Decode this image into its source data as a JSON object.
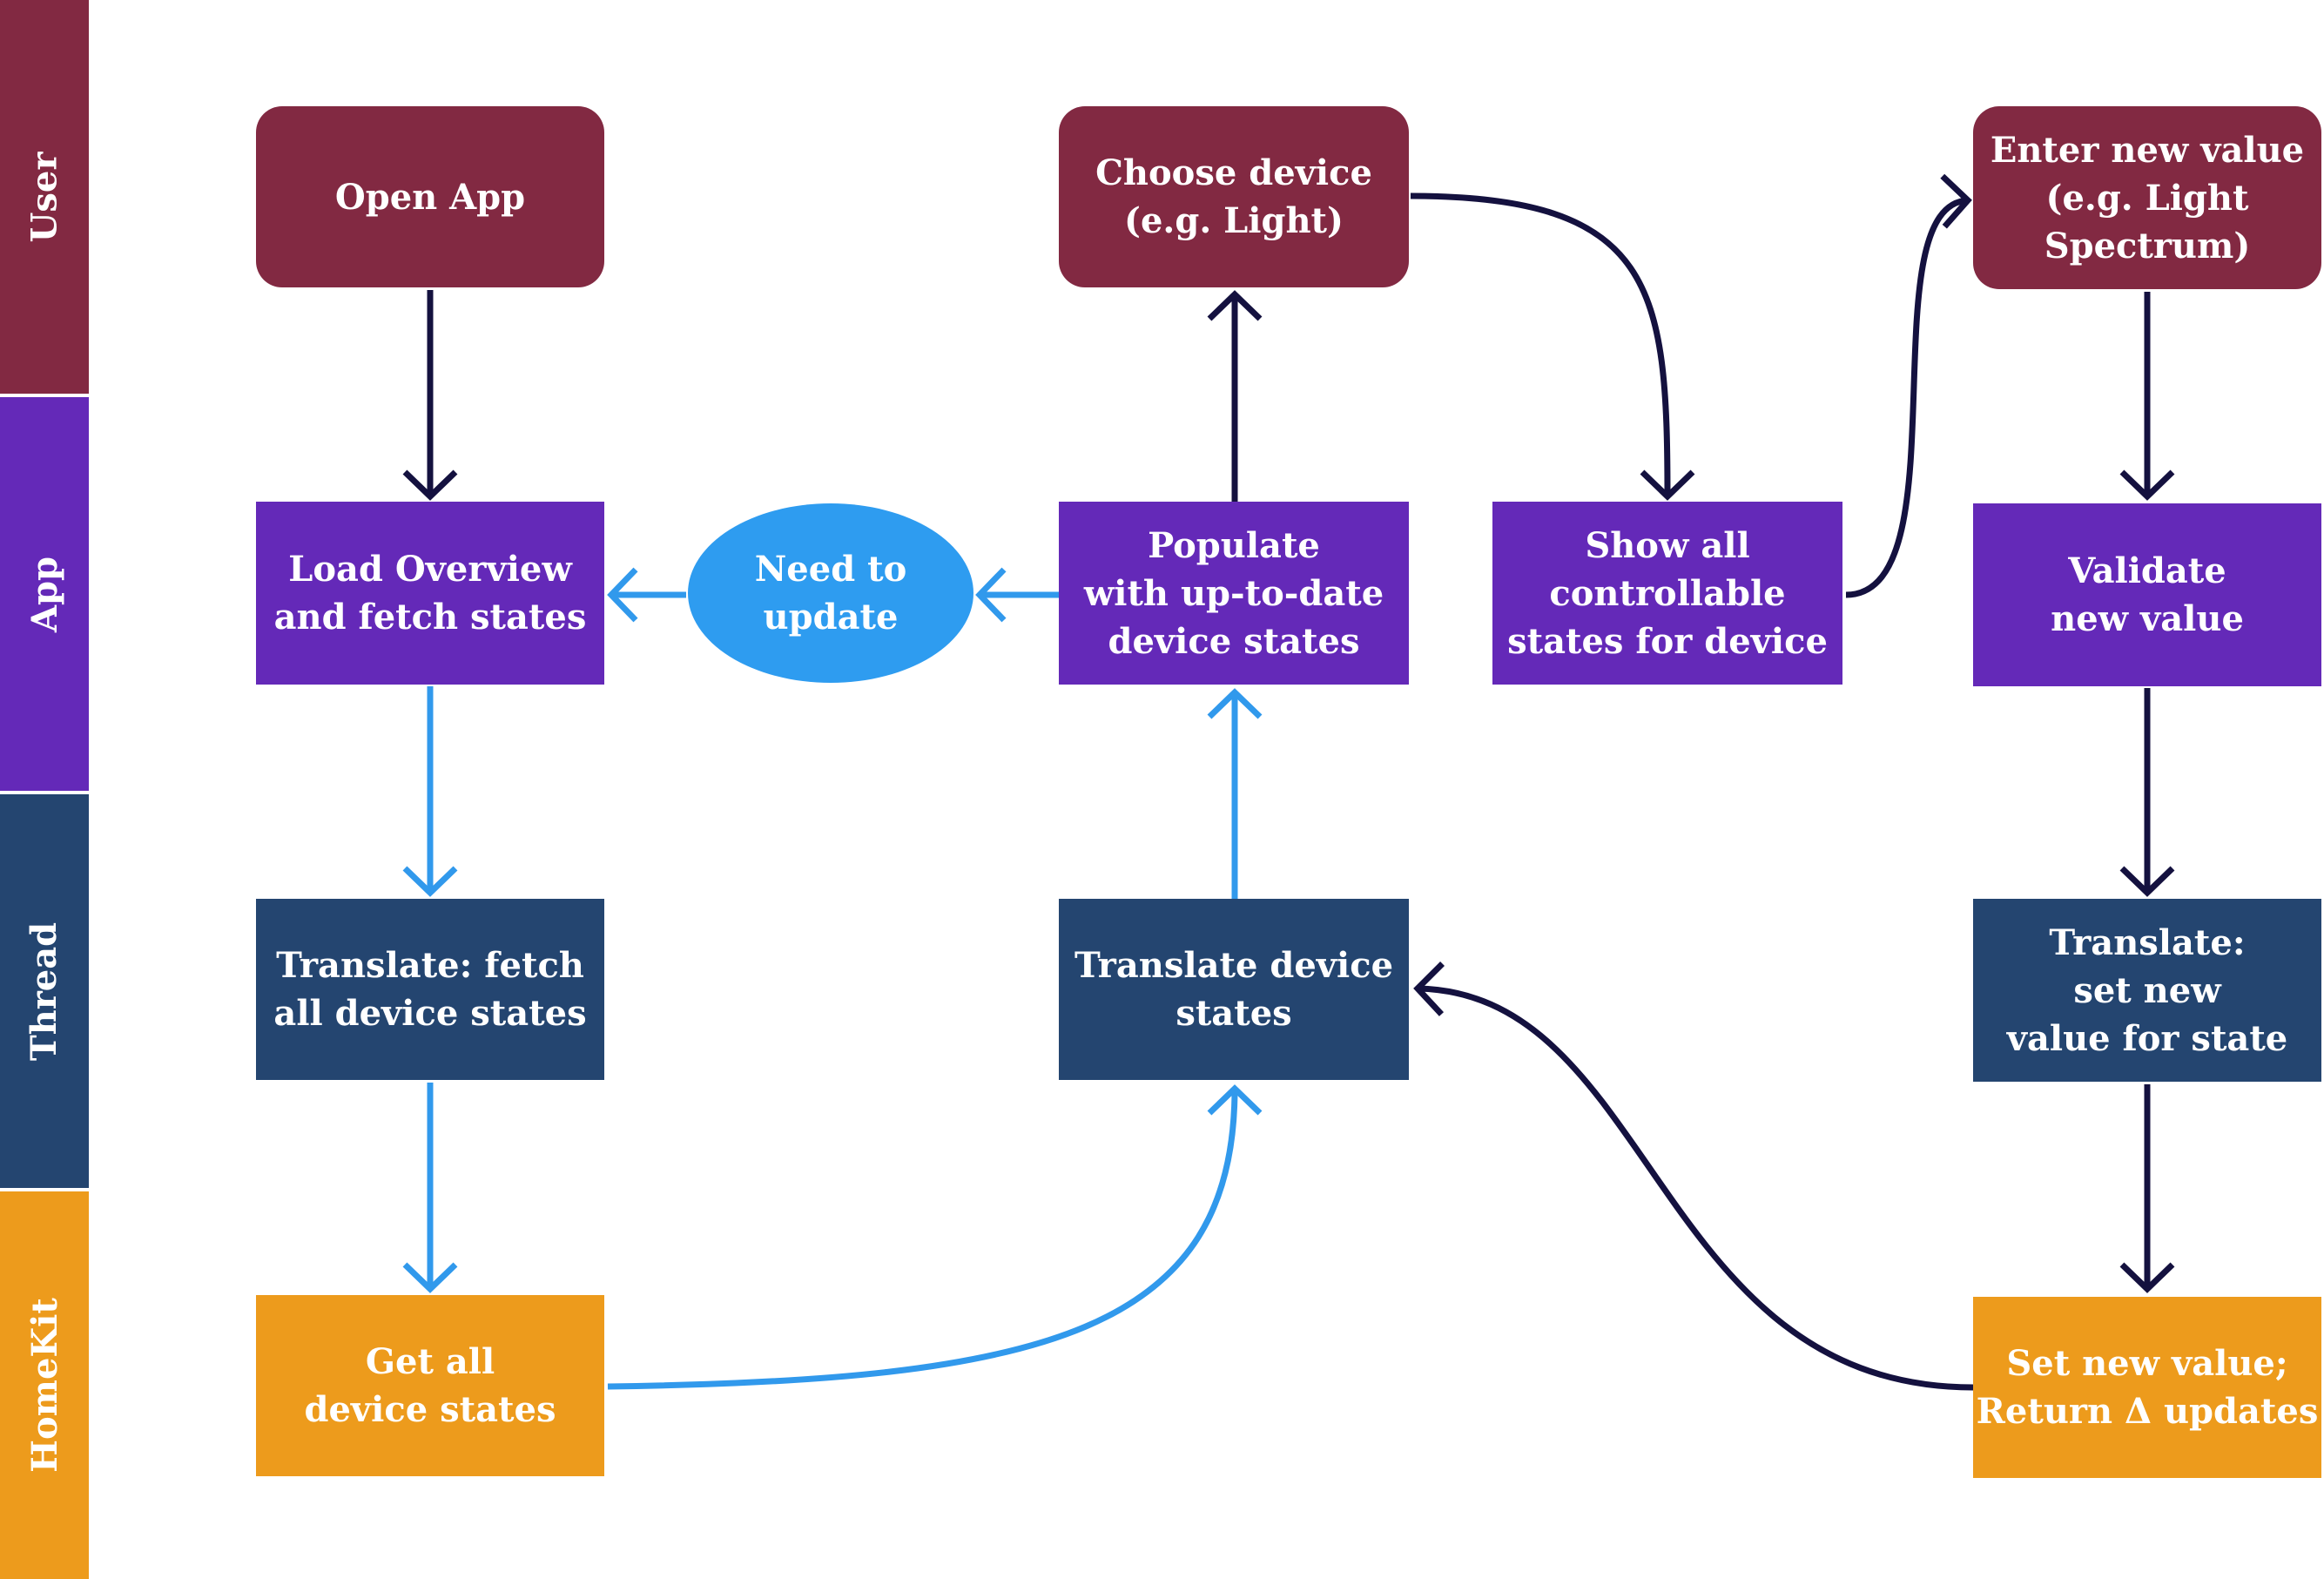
{
  "lanes": {
    "user": "User",
    "app": "App",
    "thread": "Thread",
    "homekit": "HomeKit"
  },
  "nodes": {
    "open_app": "Open App",
    "choose_device": "Choose device\n(e.g. Light)",
    "enter_value": "Enter new value\n(e.g. Light\nSpectrum)",
    "load_overview": "Load Overview\nand fetch states",
    "need_update": "Need to\nupdate",
    "populate": "Populate\nwith up-to-date\ndevice states",
    "show_states": "Show all\ncontrollable\nstates for device",
    "validate": "Validate\nnew value",
    "translate_fetch": "Translate: fetch\nall device states",
    "translate_device": "Translate device\nstates",
    "translate_set": "Translate:\nset new\nvalue for state",
    "get_all": "Get all\ndevice states",
    "set_value": "Set new value;\nReturn Δ updates"
  },
  "colors": {
    "user": "#822942",
    "app": "#6429b8",
    "thread": "#244570",
    "homekit": "#ed9b1c",
    "decision": "#2e9cf0",
    "dark_arrow": "#14113f",
    "blue_arrow": "#3199ec"
  }
}
